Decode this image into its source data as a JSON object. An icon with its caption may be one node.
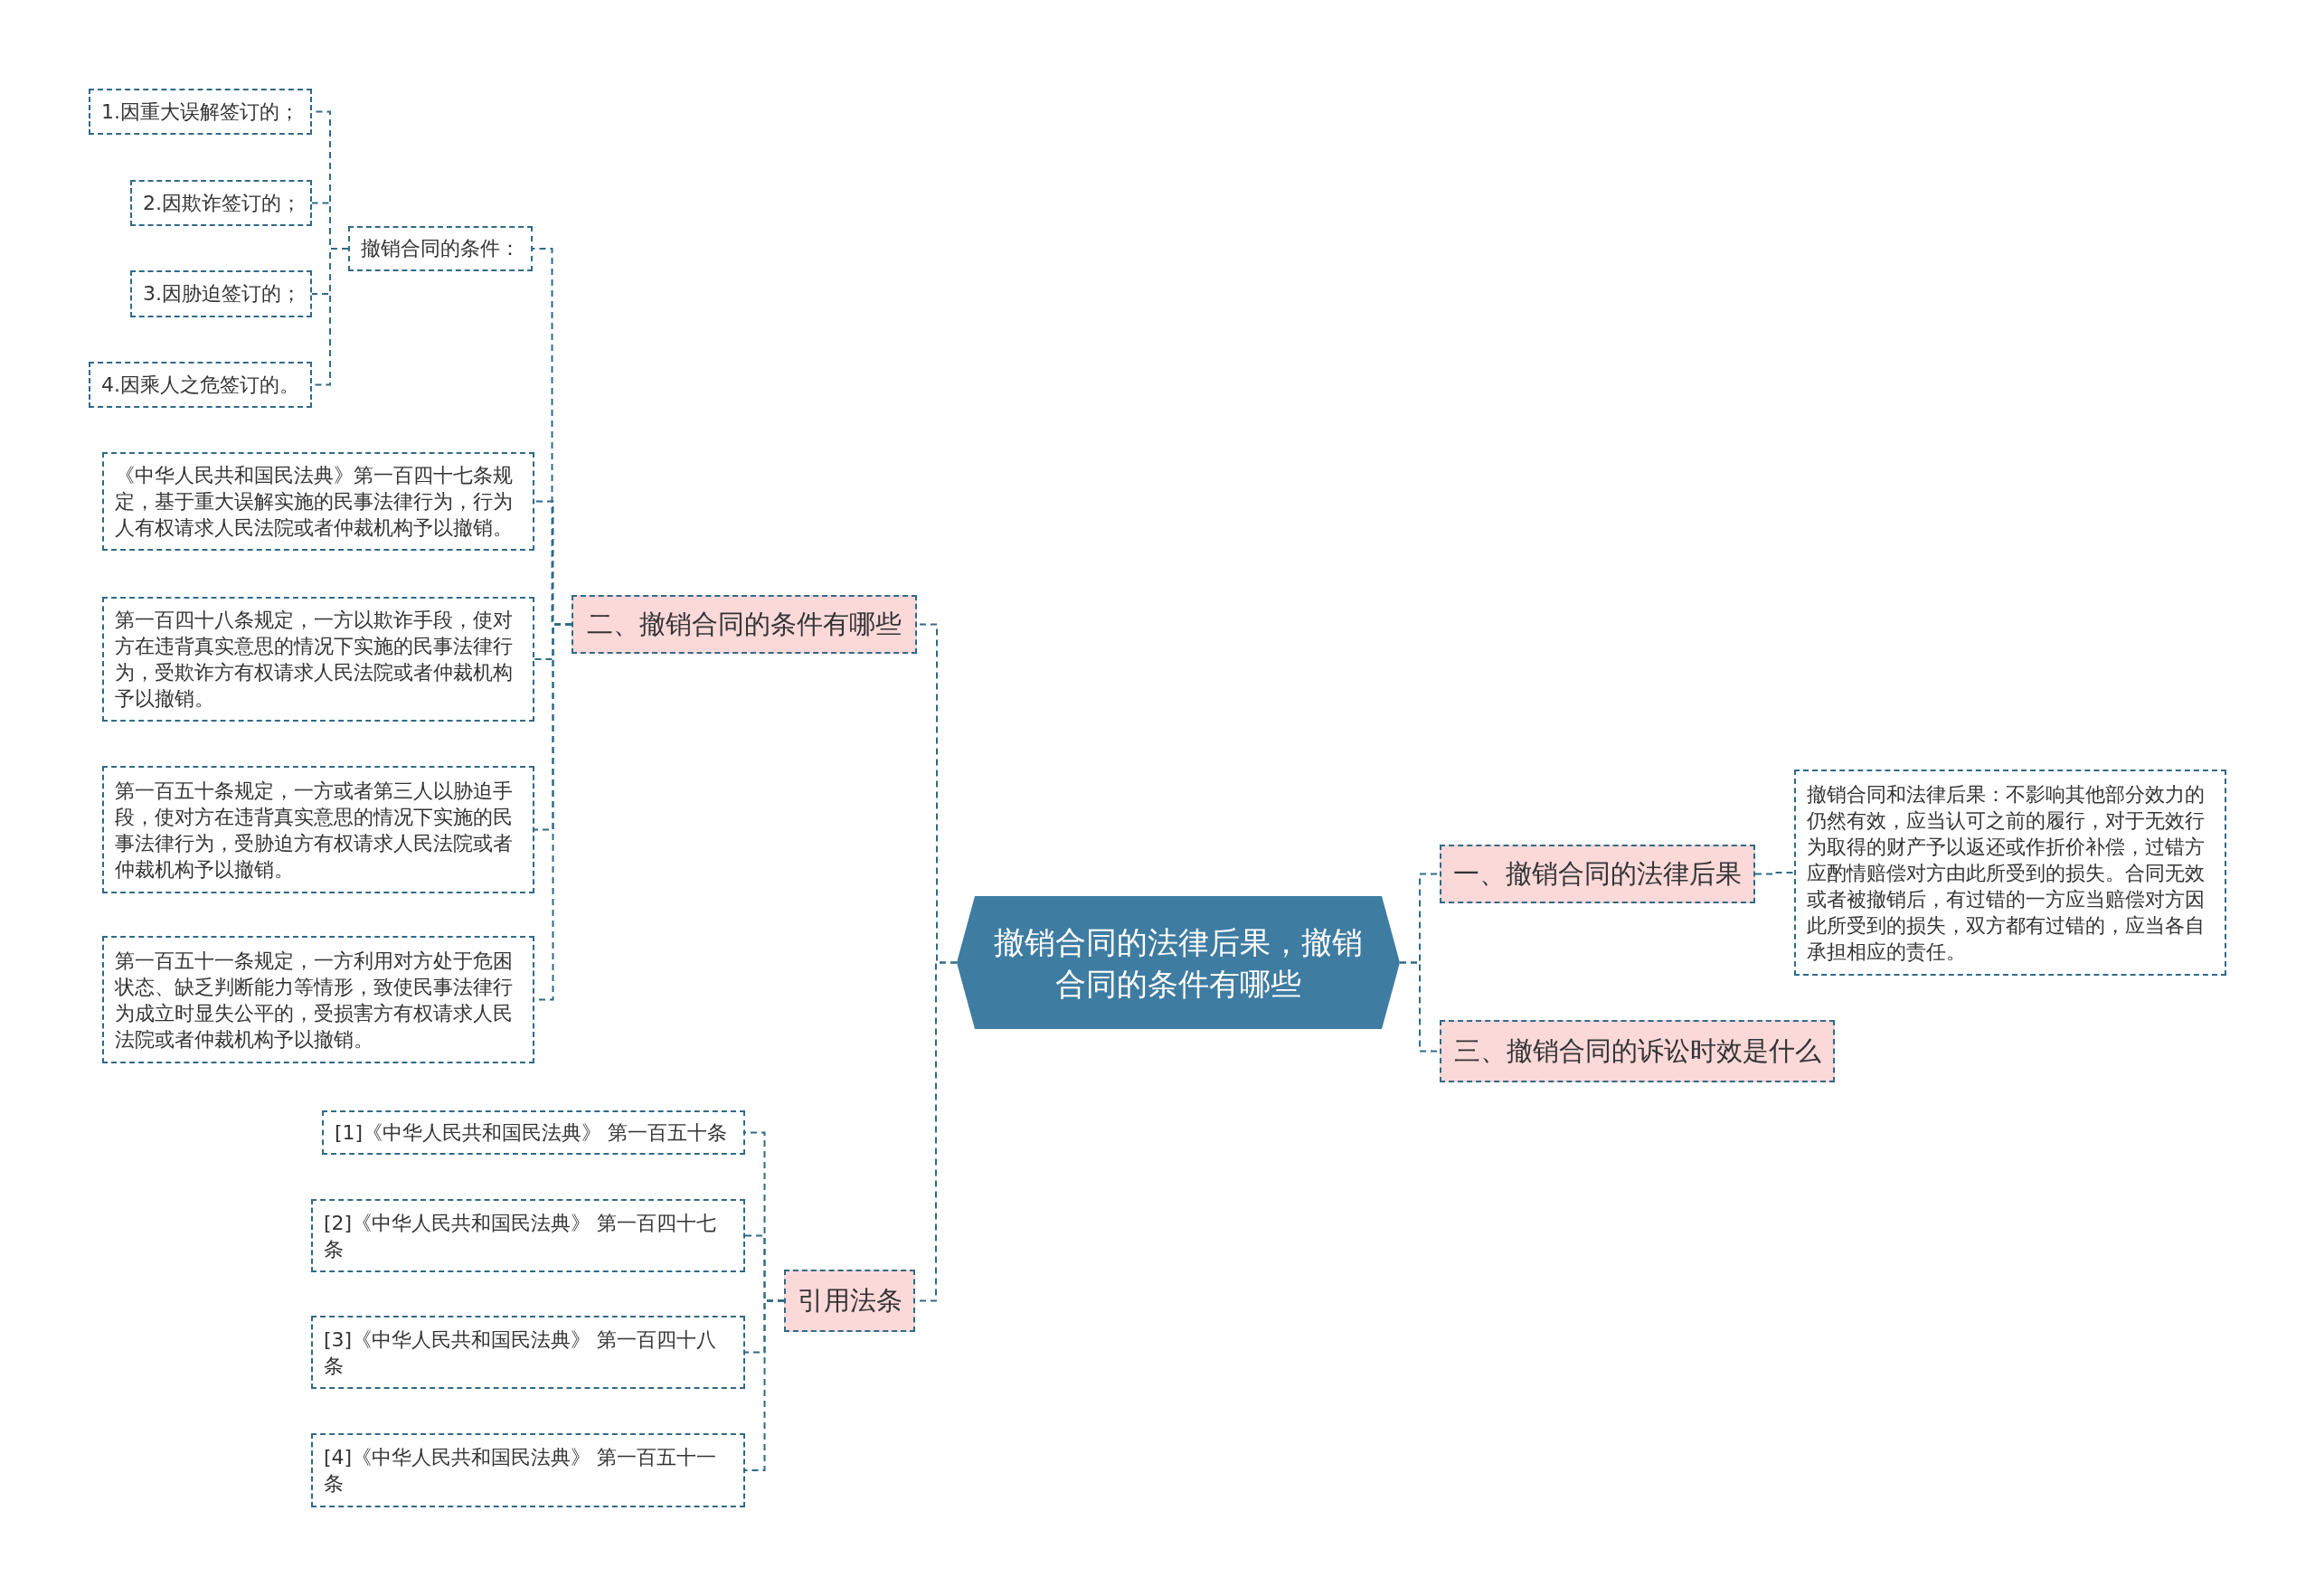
{
  "diagram": {
    "nodes": [
      {
        "text": [
          "撤销合同的法律后果，撤销合同的条件有哪些"
        ]
      },
      {
        "text": [
          "二、撤销合同的条件有哪些"
        ]
      },
      {
        "text": [
          "撤销合同的条件："
        ]
      },
      {
        "text": [
          "1.因重大误解签订的；"
        ]
      },
      {
        "text": [
          "2.因欺诈签订的；"
        ]
      },
      {
        "text": [
          "3.因胁迫签订的；"
        ]
      },
      {
        "text": [
          "4.因乘人之危签订的。"
        ]
      },
      {
        "text": [
          "《中华人民共和国民法典》第一百四十七条规定，基于重大误解实施的民事法律行为，行为人有权请求人民法院或者仲裁机构予以撤销。"
        ]
      },
      {
        "text": [
          "第一百四十八条规定，一方以欺诈手段，使对方在违背真实意思的情况下实施的民事法律行为，受欺诈方有权请求人民法院或者仲裁机构予以撤销。"
        ]
      },
      {
        "text": [
          "第一百五十条规定，一方或者第三人以胁迫手段，使对方在违背真实意思的情况下实施的民事法律行为，受胁迫方有权请求人民法院或者仲裁机构予以撤销。"
        ]
      },
      {
        "text": [
          "第一百五十一条规定，一方利用对方处于危困状态、缺乏判断能力等情形，致使民事法律行为成立时显失公平的，受损害方有权请求人民法院或者仲裁机构予以撤销。"
        ]
      },
      {
        "text": [
          "引用法条"
        ]
      },
      {
        "text": [
          "[1]《中华人民共和国民法典》 第一百五十条"
        ]
      },
      {
        "text": [
          "[2]《中华人民共和国民法典》 第一百四十七条"
        ]
      },
      {
        "text": [
          "[3]《中华人民共和国民法典》 第一百四十八条"
        ]
      },
      {
        "text": [
          "[4]《中华人民共和国民法典》 第一百五十一条"
        ]
      },
      {
        "text": [
          "一、撤销合同的法律后果"
        ]
      },
      {
        "text": [
          "撤销合同和法律后果：不影响其他部分效力的仍然有效，应当认可之前的履行，对于无效行为取得的财产予以返还或作折价补偿，过错方应酌情赔偿对方由此所受到的损失。合同无效或者被撤销后，有过错的一方应当赔偿对方因此所受到的损失，双方都有过错的，应当各自承担相应的责任。"
        ]
      },
      {
        "text": [
          "三、撤销合同的诉讼时效是什么"
        ]
      }
    ],
    "edges": [
      {
        "from": 0,
        "to": 1,
        "arrow": "none"
      },
      {
        "from": 0,
        "to": 11,
        "arrow": "none"
      },
      {
        "from": 0,
        "to": 16,
        "arrow": "none"
      },
      {
        "from": 0,
        "to": 18,
        "arrow": "none"
      },
      {
        "from": 1,
        "to": 2,
        "arrow": "none"
      },
      {
        "from": 1,
        "to": 7,
        "arrow": "none"
      },
      {
        "from": 1,
        "to": 8,
        "arrow": "none"
      },
      {
        "from": 1,
        "to": 9,
        "arrow": "none"
      },
      {
        "from": 1,
        "to": 10,
        "arrow": "none"
      },
      {
        "from": 2,
        "to": 3,
        "arrow": "none"
      },
      {
        "from": 2,
        "to": 4,
        "arrow": "none"
      },
      {
        "from": 2,
        "to": 5,
        "arrow": "none"
      },
      {
        "from": 2,
        "to": 6,
        "arrow": "none"
      },
      {
        "from": 11,
        "to": 12,
        "arrow": "none"
      },
      {
        "from": 11,
        "to": 13,
        "arrow": "none"
      },
      {
        "from": 11,
        "to": 14,
        "arrow": "none"
      },
      {
        "from": 11,
        "to": 15,
        "arrow": "none"
      },
      {
        "from": 16,
        "to": 17,
        "arrow": "none"
      }
    ]
  }
}
